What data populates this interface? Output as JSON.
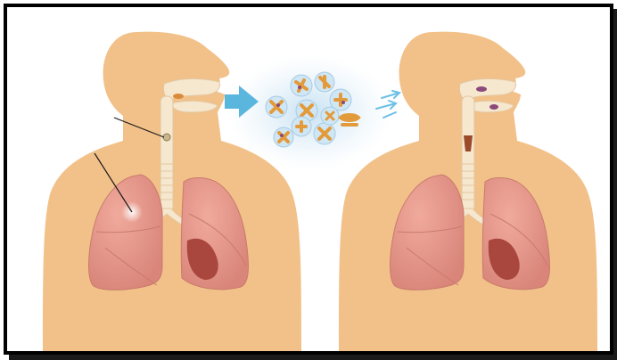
{
  "colors": {
    "skin": "#f2c189",
    "skin_shadow": "#e8ae72",
    "lung": "#e8998a",
    "lung_dark": "#c46a5e",
    "lung_lobe_line": "#c97b6c",
    "trachea": "#f6e7cf",
    "trachea_outline": "#e3c7a0",
    "airway_tint": "#ffe8b8",
    "arrow": "#5bb6de",
    "mist": "#a9d2ec",
    "particle_shell": "#cfe6f5",
    "particle_core": "#e39a3a",
    "particle_accent": "#8b4a7a",
    "pointer_line": "#1a1a1a",
    "frame_border": "#000000"
  },
  "figures": [
    "left-person",
    "right-person"
  ],
  "icons": [
    "right-arrow-icon",
    "breath-wisp-icon"
  ],
  "particle_count": 10
}
